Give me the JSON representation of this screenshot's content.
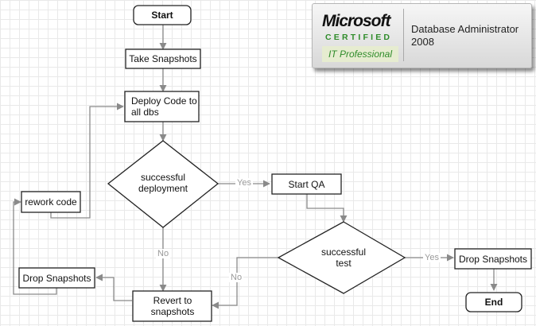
{
  "nodes": {
    "start": "Start",
    "take_snapshots": "Take Snapshots",
    "deploy_code": "Deploy Code to all dbs",
    "successful_deployment": "successful deployment",
    "start_qa": "Start QA",
    "successful_test": "successful test",
    "drop_snapshots_right": "Drop Snapshots",
    "end": "End",
    "rework_code": "rework code",
    "drop_snapshots_left": "Drop Snapshots",
    "revert_to_snapshots": "Revert to snapshots"
  },
  "edges": {
    "deployment_yes": "Yes",
    "deployment_no": "No",
    "test_yes": "Yes",
    "test_no": "No"
  },
  "badge": {
    "brand": "Microsoft",
    "certified": "CERTIFIED",
    "it_professional": "IT Professional",
    "title": "Database Administrator 2008"
  }
}
